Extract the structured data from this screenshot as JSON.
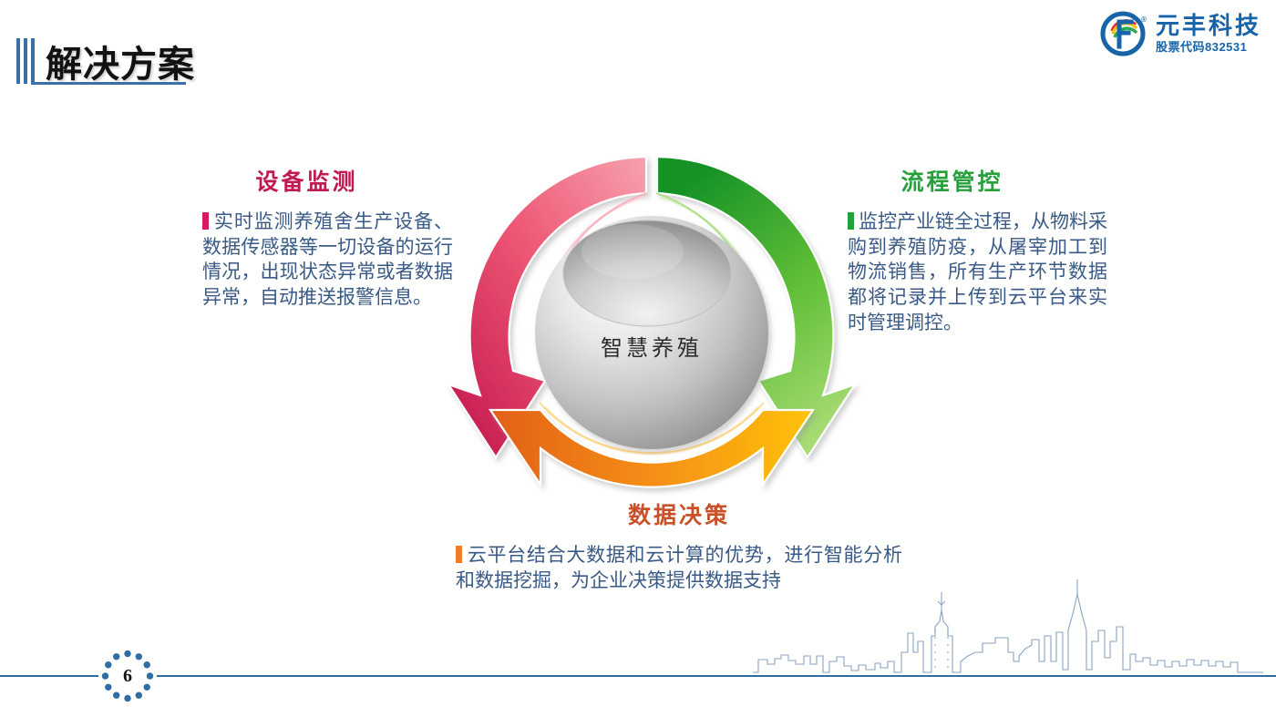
{
  "slide": {
    "title": "解决方案",
    "page_number": "6"
  },
  "logo": {
    "mark_icon": "circular-f-logo-icon",
    "company_name": "元丰科技",
    "stock_code": "股票代码832531",
    "brand_color": "#1765A8"
  },
  "diagram": {
    "center_label": "智慧养殖",
    "arrows": [
      {
        "name": "device-arrow",
        "color_from": "#F4919F",
        "color_to": "#C8134F",
        "direction": "counterclockwise-left"
      },
      {
        "name": "process-arrow",
        "color_from": "#1E9431",
        "color_to": "#A8DC70",
        "direction": "clockwise-right"
      },
      {
        "name": "data-arrow",
        "color_from": "#E8631C",
        "color_to": "#FFC20E",
        "direction": "left-to-right-bottom"
      }
    ]
  },
  "panels": [
    {
      "key": "device",
      "heading": "设备监测",
      "heading_color": "#C01A4E",
      "bullet_color": "#D81B60",
      "body": "实时监测养殖舍生产设备、数据传感器等一切设备的运行情况，出现状态异常或者数据异常，自动推送报警信息。"
    },
    {
      "key": "process",
      "heading": "流程管控",
      "heading_color": "#27A03C",
      "bullet_color": "#22A03C",
      "body": "监控产业链全过程，从物料采购到养殖防疫，从屠宰加工到物流销售，所有生产环节数据都将记录并上传到云平台来实时管理调控。"
    },
    {
      "key": "data",
      "heading": "数据决策",
      "heading_color": "#C8512A",
      "bullet_color": "#ED7D27",
      "body": "云平台结合大数据和云计算的优势，进行智能分析和数据挖掘，为企业决策提供数据支持"
    }
  ],
  "footer": {
    "rule_color": "#2E6CA4",
    "skyline_icon": "city-skyline-outline-icon"
  }
}
